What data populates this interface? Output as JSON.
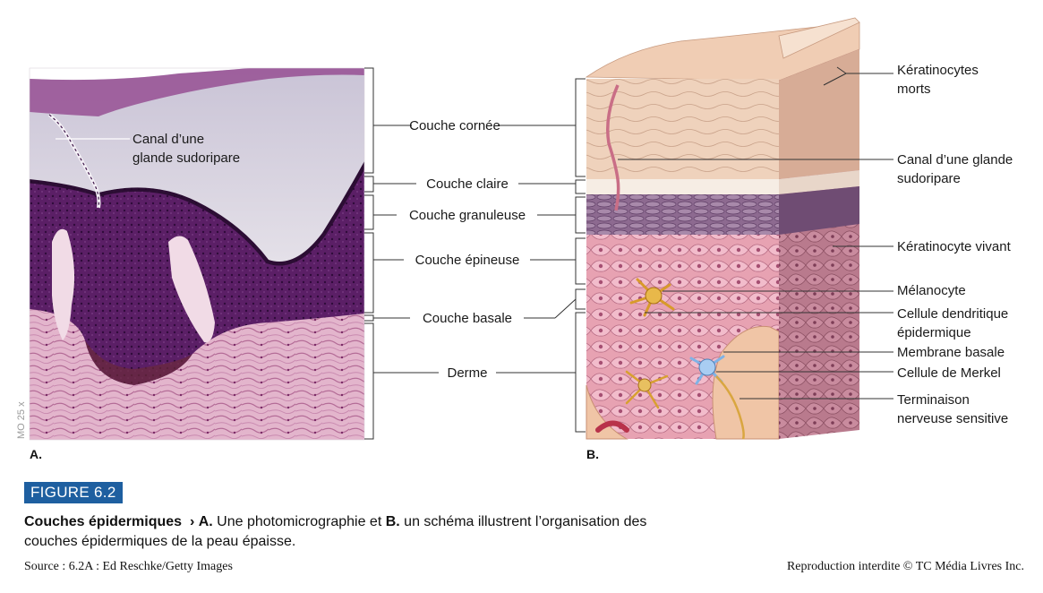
{
  "figure": {
    "tag": "FIGURE 6.2",
    "caption_title": "Couches épidermiques",
    "caption_arrow": "›",
    "caption_a_letter": "A.",
    "caption_text1": " Une photomicrographie et ",
    "caption_b_letter": "B.",
    "caption_text2": " un schéma illustrent l’organisation des couches épidermiques de la peau épaisse.",
    "source": "Source : 6.2A : Ed Reschke/Getty Images",
    "rights": "Reproduction interdite © TC Média Livres Inc."
  },
  "panel_a": {
    "letter": "A.",
    "magnification": "MO 25 x",
    "canal_line1": "Canal d’une",
    "canal_line2": "glande sudoripare"
  },
  "layers": {
    "cornee": "Couche cornée",
    "claire": "Couche claire",
    "granuleuse": "Couche granuleuse",
    "epineuse": "Couche épineuse",
    "basale": "Couche basale",
    "derme": "Derme"
  },
  "panel_b": {
    "letter": "B.",
    "keratino_morts_1": "Kératinocytes",
    "keratino_morts_2": "morts",
    "canal_1": "Canal d’une glande",
    "canal_2": "sudoripare",
    "keratino_vivant": "Kératinocyte vivant",
    "melanocyte": "Mélanocyte",
    "dendritique_1": "Cellule dendritique",
    "dendritique_2": "épidermique",
    "membrane": "Membrane basale",
    "merkel": "Cellule de Merkel",
    "terminaison_1": "Terminaison",
    "terminaison_2": "nerveuse sensitive"
  },
  "colors": {
    "tag_bg": "#1e5fa0",
    "tissue_purple": "#6a2a72",
    "tissue_pink": "#d98fb0",
    "cornee_pale": "#dcd6e2"
  }
}
